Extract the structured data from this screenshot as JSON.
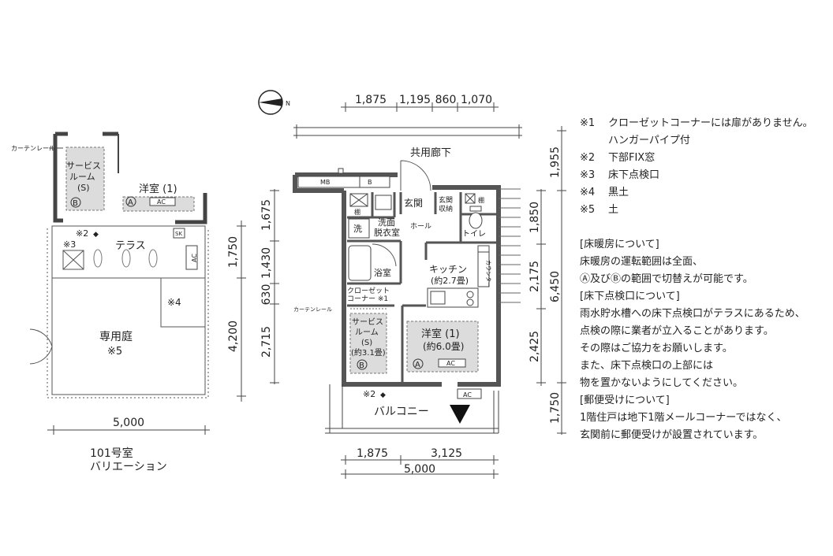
{
  "variant": {
    "caption_line1": "101号室",
    "caption_line2": "バリエーション",
    "rooms": {
      "service_room": "サービス",
      "service_room2": "ルーム",
      "service_room3": "(S)",
      "western": "洋室 (1)",
      "terrace": "テラス",
      "garden": "専用庭",
      "garden_note": "※5",
      "mark3": "※3",
      "mark4": "※4",
      "mark2": "※2",
      "curtain": "カーテンレール",
      "ac": "AC",
      "sk": "SK",
      "a": "A",
      "b": "B"
    },
    "dims": {
      "right1": "1,750",
      "right2": "4,200",
      "bottom": "5,000"
    }
  },
  "main": {
    "corridor": "共用廊下",
    "balcony": "バルコニー",
    "rooms": {
      "mb": "MB",
      "b_box": "B",
      "entrance": "玄関",
      "entrance_storage1": "玄関",
      "entrance_storage2": "収納",
      "shelf": "棚",
      "shelf2": "棚",
      "washing1": "洗面",
      "washing2": "脱衣室",
      "wash": "洗",
      "hall": "ホール",
      "toilet": "トイレ",
      "bath": "浴室",
      "kitchen1": "キッチン",
      "kitchen2": "(約2.7畳)",
      "counter": "カウンター",
      "closet1": "クローゼット",
      "closet2": "コーナー ※1",
      "service1": "サービス",
      "service2": "ルーム",
      "service3": "(S)",
      "service4": "(約3.1畳)",
      "western1": "洋室 (1)",
      "western2": "(約6.0畳)",
      "curtain": "カーテンレール",
      "mark2": "※2",
      "ac": "AC",
      "a": "A",
      "b": "B",
      "north": "N"
    },
    "dims_top": [
      "1,875",
      "1,195",
      "860",
      "1,070"
    ],
    "dims_left": [
      "1,675",
      "1,430",
      "630",
      "2,715"
    ],
    "dims_right_inner": [
      "1,850",
      "2,175",
      "2,425"
    ],
    "dims_right_outer": [
      "1,955",
      "6,450",
      "1,750"
    ],
    "dims_bottom": [
      "1,875",
      "3,125"
    ],
    "dim_bottom_total": "5,000"
  },
  "notes": {
    "marks": [
      {
        "mark": "※1",
        "text": "クローゼットコーナーには扉がありません。",
        "text2": "ハンガーパイプ付"
      },
      {
        "mark": "※2",
        "text": "下部FIX窓"
      },
      {
        "mark": "※3",
        "text": "床下点検口"
      },
      {
        "mark": "※4",
        "text": "黒土"
      },
      {
        "mark": "※5",
        "text": "土"
      }
    ],
    "heating_title": "[床暖房について]",
    "heating_lines": [
      "床暖房の運転範囲は全面、",
      "Ⓐ及びⒷの範囲で切替えが可能です。"
    ],
    "inspection_title": "[床下点検口について]",
    "inspection_lines": [
      "雨水貯水槽への床下点検口がテラスにあるため、",
      "点検の際に業者が立入ることがあります。",
      "その際はご協力をお願いします。",
      "また、床下点検口の上部には",
      "物を置かないようにしてください。"
    ],
    "mail_title": "[郵便受けについて]",
    "mail_lines": [
      "1階住戸は地下1階メールコーナーではなく、",
      "玄関前に郵便受けが設置されています。"
    ]
  }
}
